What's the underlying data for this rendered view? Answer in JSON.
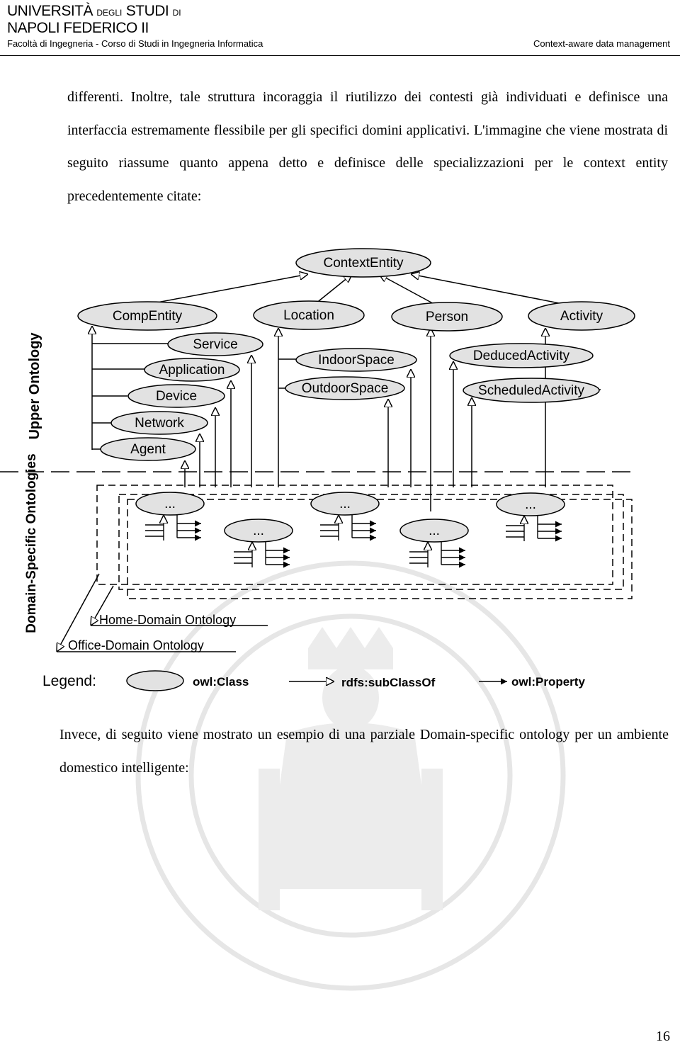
{
  "header": {
    "university_word1": "UNIVERSITÀ",
    "university_word2": "DEGLI",
    "university_word3": "STUDI",
    "university_word4": "DI",
    "university_line2": "NAPOLI FEDERICO II",
    "faculty": "Facoltà di Ingegneria - Corso di Studi in Ingegneria Informatica",
    "course": "Context-aware data management"
  },
  "body": {
    "paragraph1": "differenti. Inoltre, tale struttura incoraggia il riutilizzo dei contesti già individuati e definisce una interfaccia estremamente flessibile per gli specifici domini applicativi. L'immagine che viene mostrata di seguito riassume quanto appena detto e definisce delle specializzazioni per le context entity precedentemente citate:",
    "paragraph2": "Invece, di seguito viene mostrato un esempio di una parziale Domain-specific ontology per un ambiente domestico intelligente:"
  },
  "diagram": {
    "root": "ContextEntity",
    "upper_classes": [
      "CompEntity",
      "Location",
      "Person",
      "Activity"
    ],
    "compentity_children": [
      "Service",
      "Application",
      "Device",
      "Network",
      "Agent"
    ],
    "location_children": [
      "IndoorSpace",
      "OutdoorSpace"
    ],
    "activity_children": [
      "DeducedActivity",
      "ScheduledActivity"
    ],
    "side_label_upper": "Upper Ontology",
    "side_label_domain": "Domain-Specific Ontologies",
    "ellipsis": "...",
    "home_domain": "Home-Domain Ontology",
    "office_domain": "Office-Domain Ontology",
    "legend": {
      "title": "Legend:",
      "owl_class": "owl:Class",
      "subclass": "rdfs:subClassOf",
      "property": "owl:Property"
    }
  },
  "page_number": "16"
}
